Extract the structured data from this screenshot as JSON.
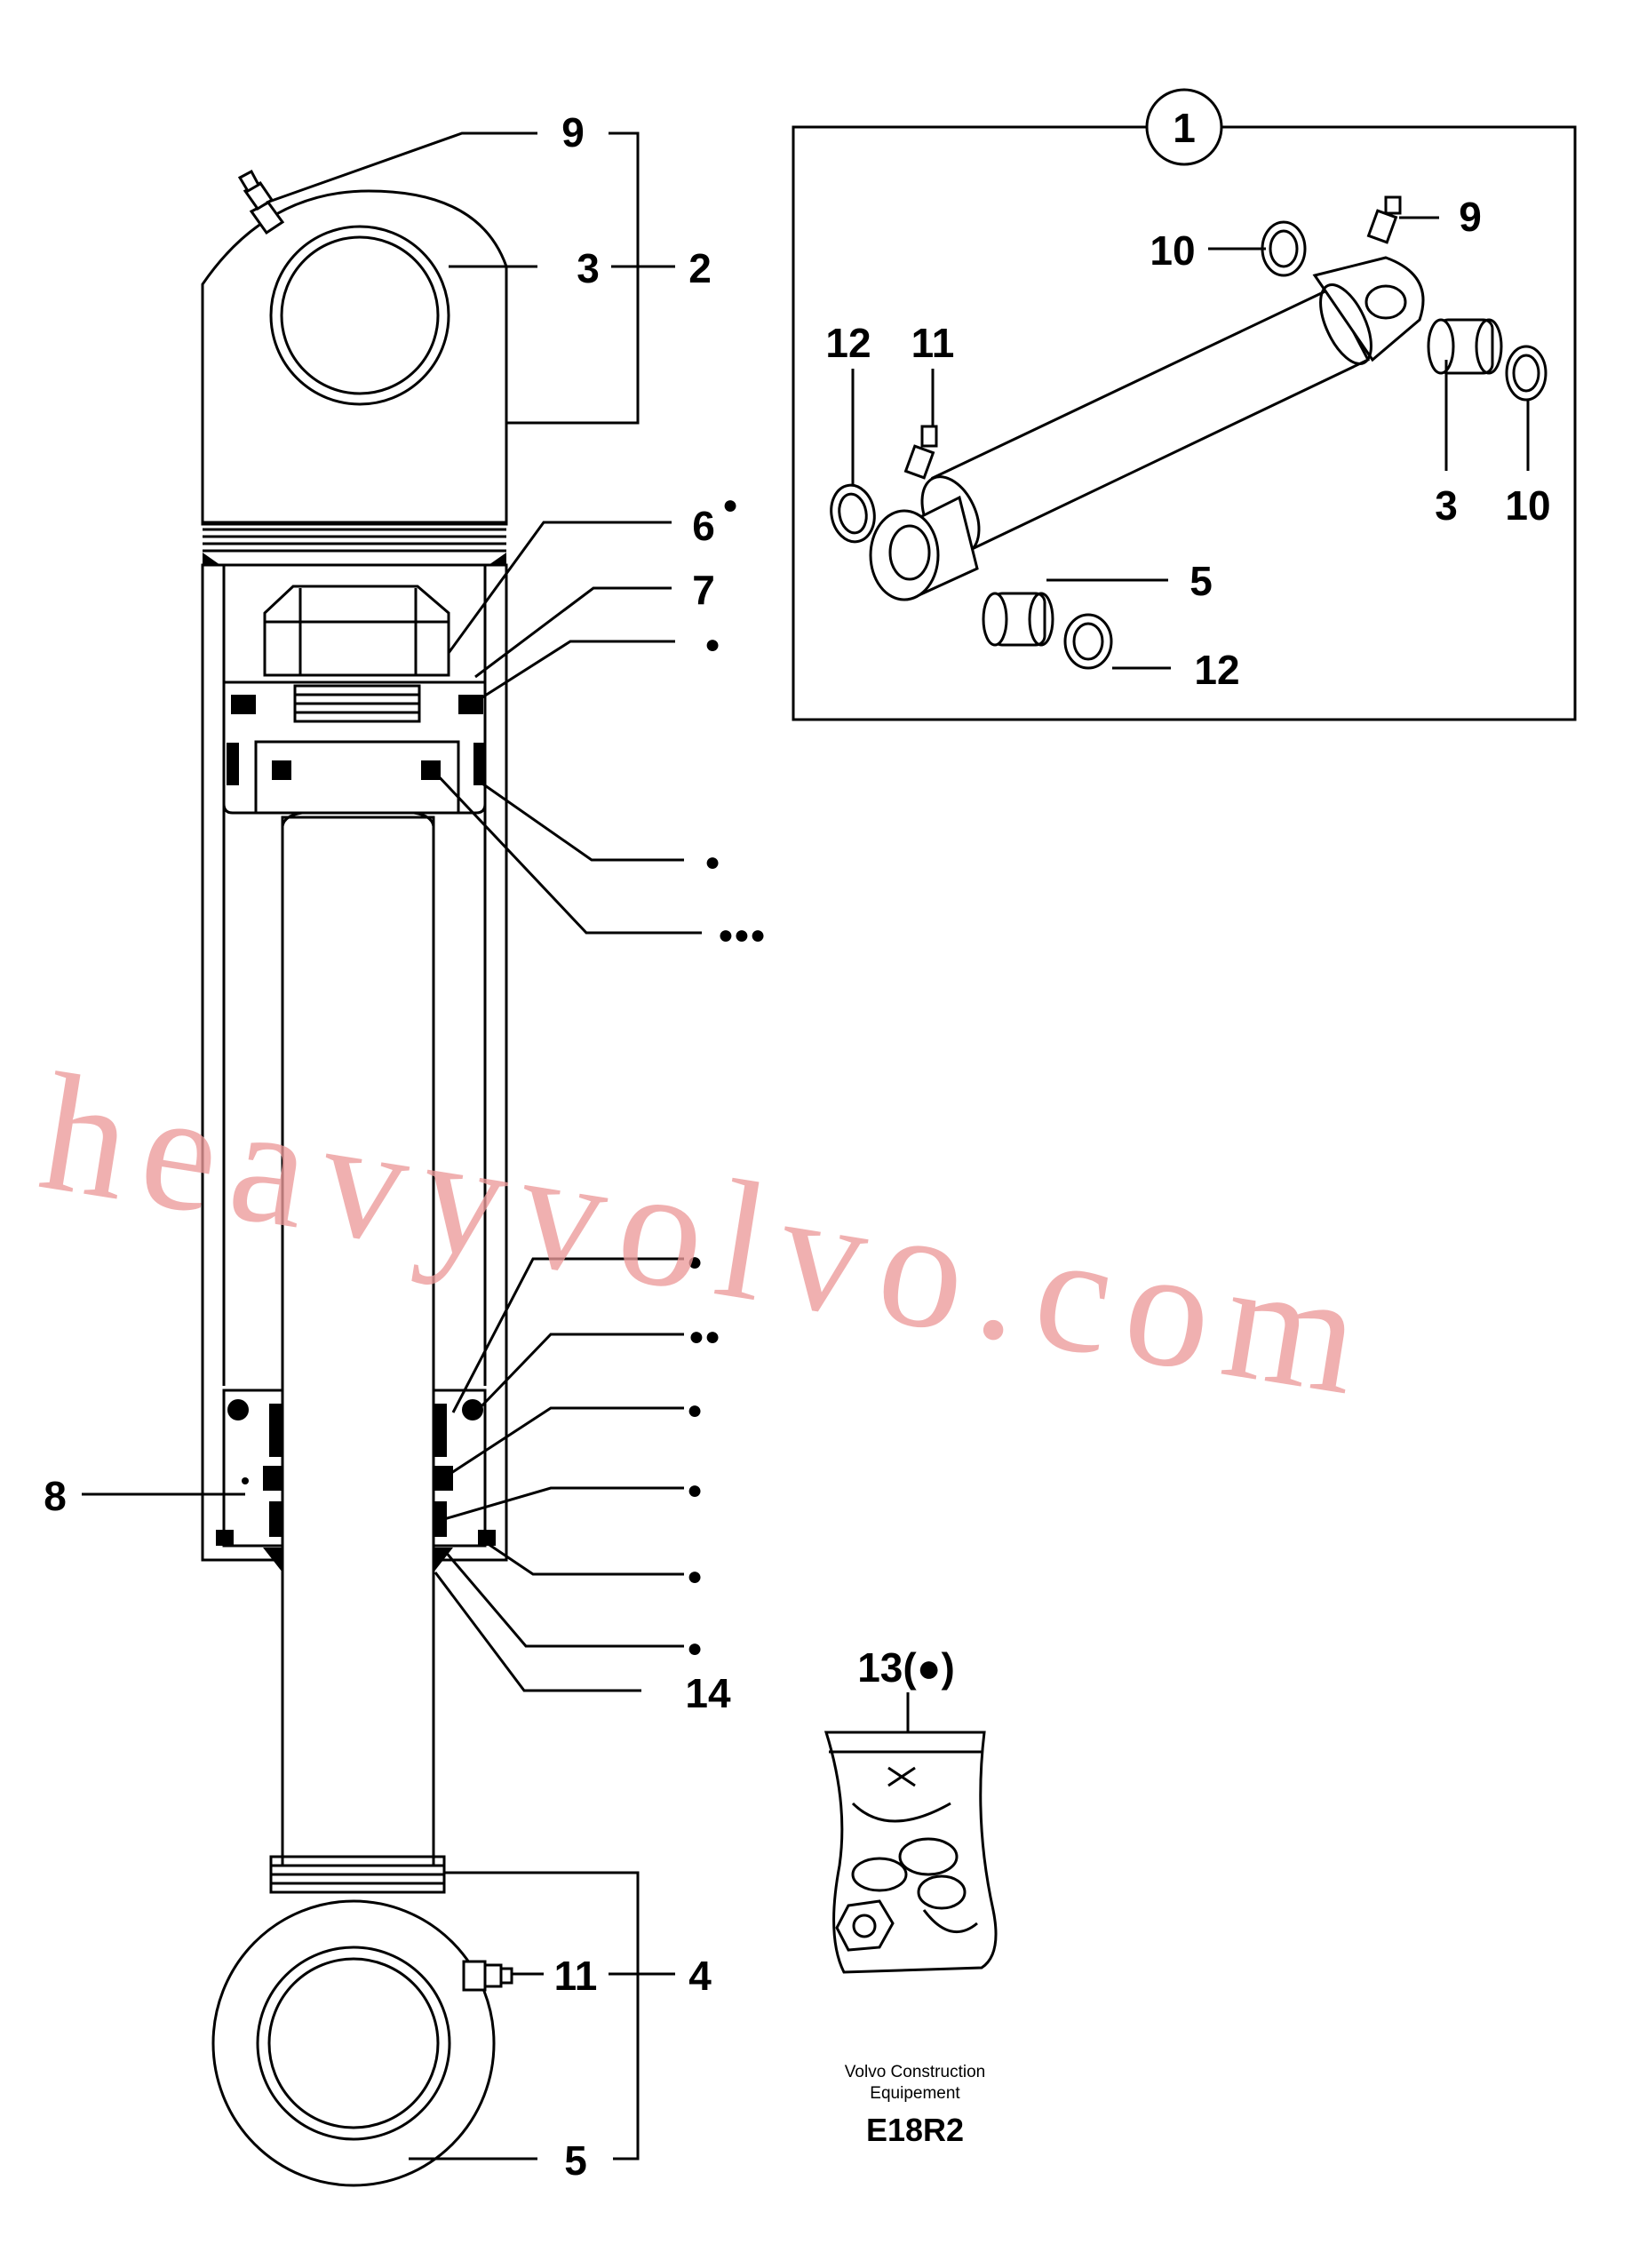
{
  "diagram": {
    "labels": {
      "n9_top": "9",
      "n3_top": "3",
      "n2": "2",
      "n6": "6",
      "n7": "7",
      "n8": "8",
      "n14": "14",
      "n11_bottom": "11",
      "n4": "4",
      "n5_bottom": "5",
      "n13": "13(●)"
    },
    "inset": {
      "callout": "1",
      "labels": {
        "n9": "9",
        "n10_top": "10",
        "n12_left": "12",
        "n11": "11",
        "n3": "3",
        "n10_right": "10",
        "n5": "5",
        "n12_bottom": "12"
      }
    },
    "bullet_markers": [
      "●",
      "●",
      "●",
      "●●●",
      "●",
      "●●",
      "●",
      "●",
      "●",
      "●"
    ],
    "credit_line1": "Volvo Construction",
    "credit_line2": "Equipement",
    "drawing_code": "E18R2",
    "watermark": "heavyvolvo.com"
  }
}
